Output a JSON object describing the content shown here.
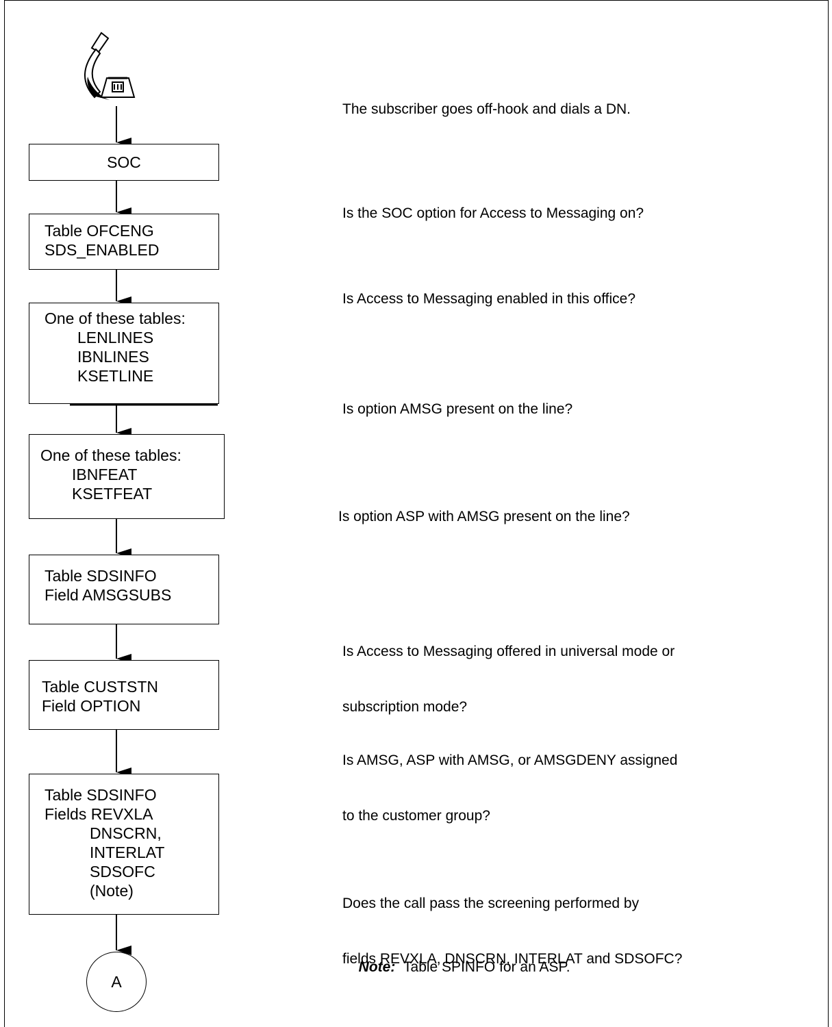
{
  "start": {
    "icon": "telephone-icon",
    "description": "The subscriber goes off-hook and dials a DN."
  },
  "steps": [
    {
      "lines": [
        "SOC"
      ],
      "question": [
        "Is the SOC option for Access to Messaging on?"
      ]
    },
    {
      "lines": [
        "Table OFCENG",
        "SDS_ENABLED"
      ],
      "question": [
        "Is Access to Messaging enabled in this office?"
      ]
    },
    {
      "lines": [
        "One of these tables:",
        "LENLINES",
        "IBNLINES",
        "KSETLINE"
      ],
      "question": [
        "Is option AMSG present on the line?"
      ]
    },
    {
      "lines": [
        "One of these tables:",
        "IBNFEAT",
        "KSETFEAT"
      ],
      "question": [
        "Is option ASP with AMSG present on the line?"
      ]
    },
    {
      "lines": [
        "Table SDSINFO",
        "Field AMSGSUBS"
      ],
      "question": [
        "Is Access to Messaging offered in universal mode or",
        "subscription mode?"
      ]
    },
    {
      "lines": [
        "Table CUSTSTN",
        "Field OPTION"
      ],
      "question": [
        "Is AMSG, ASP with AMSG, or AMSGDENY assigned",
        "to the customer group?"
      ]
    },
    {
      "lines": [
        "Table SDSINFO",
        "Fields REVXLA",
        "DNSCRN,",
        "INTERLAT",
        "SDSOFC",
        "(Note)"
      ],
      "question": [
        "Does the call pass the screening performed by",
        "fields REVXLA, DNSCRN, INTERLAT and SDSOFC?"
      ]
    }
  ],
  "connector": {
    "label": "A"
  },
  "note": {
    "label": "Note:",
    "text": "Table SPINFO for an ASP."
  }
}
